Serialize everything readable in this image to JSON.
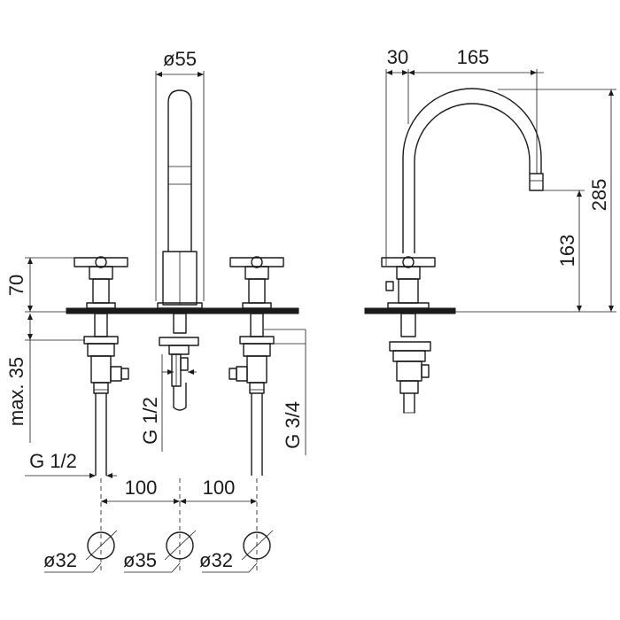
{
  "labels": {
    "dia_spout": "ø55",
    "offset_30": "30",
    "reach_165": "165",
    "height_70": "70",
    "max_35": "max. 35",
    "g12_left": "G 1/2",
    "g12_center": "G 1/2",
    "g34": "G 3/4",
    "spacing_left": "100",
    "spacing_right": "100",
    "height_285": "285",
    "height_163": "163",
    "dia_32_left": "ø32",
    "dia_35": "ø35",
    "dia_32_right": "ø32"
  }
}
